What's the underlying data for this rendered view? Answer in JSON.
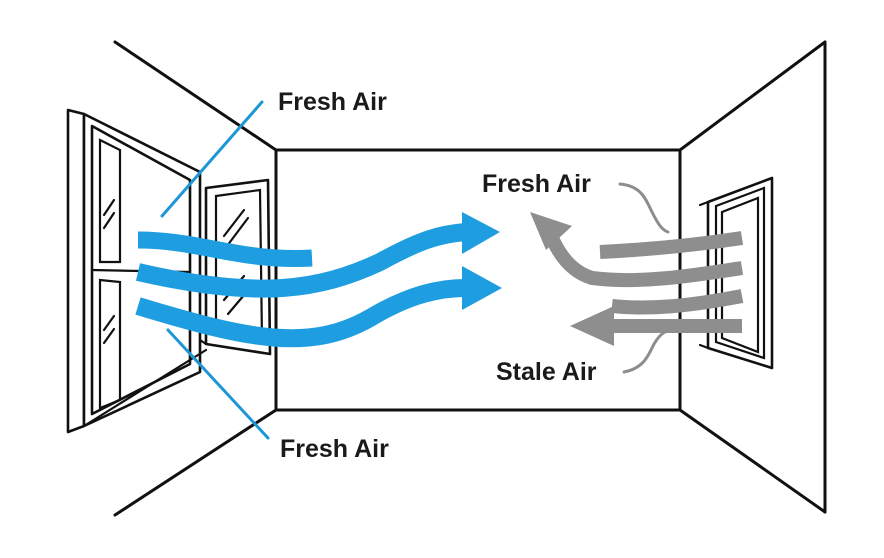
{
  "labels": {
    "fresh_air_top_left": "Fresh Air",
    "fresh_air_bottom_left": "Fresh Air",
    "fresh_air_right": "Fresh Air",
    "stale_air_right": "Stale Air"
  },
  "colors": {
    "fresh_air": "#1e9ee0",
    "stale_air": "#8e8e8e",
    "outline": "#111111",
    "background": "#ffffff"
  },
  "icons": {
    "left_window": "open-casement-window-icon",
    "right_window": "vent-window-icon"
  }
}
